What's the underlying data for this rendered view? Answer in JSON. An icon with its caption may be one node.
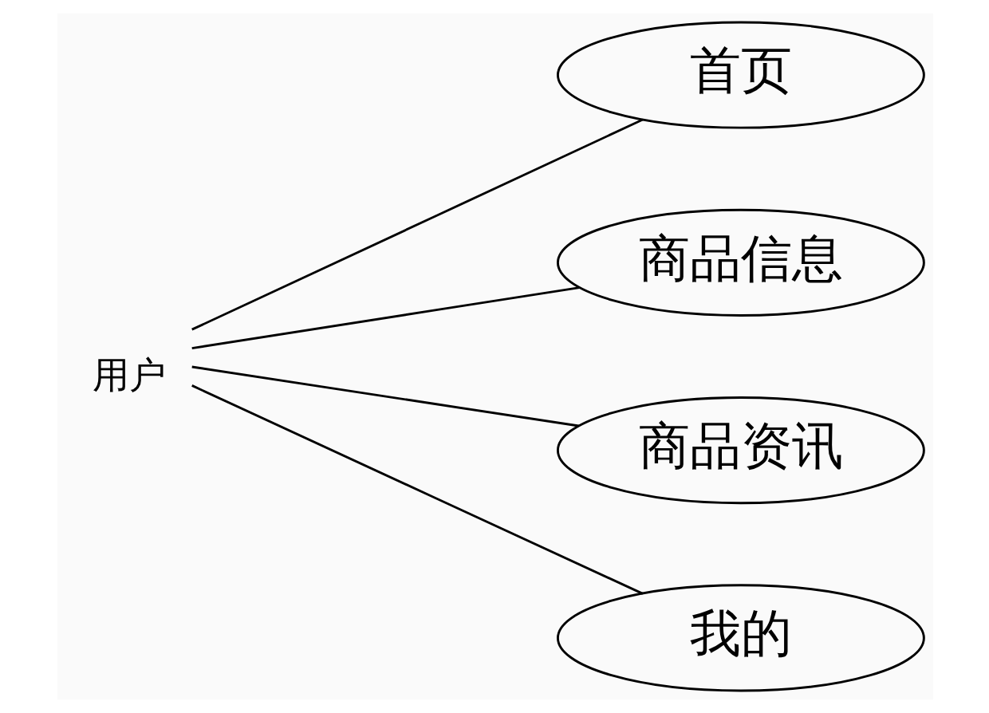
{
  "diagram": {
    "nodes": [
      {
        "text": [
          "用户"
        ]
      },
      {
        "text": [
          "首页"
        ]
      },
      {
        "text": [
          "商品信息"
        ]
      },
      {
        "text": [
          "商品资讯"
        ]
      },
      {
        "text": [
          "我的"
        ]
      }
    ],
    "edges": [
      {
        "from": 0,
        "to": 1,
        "arrow": "none"
      },
      {
        "from": 0,
        "to": 2,
        "arrow": "none"
      },
      {
        "from": 0,
        "to": 3,
        "arrow": "none"
      },
      {
        "from": 0,
        "to": 4,
        "arrow": "none"
      }
    ]
  }
}
